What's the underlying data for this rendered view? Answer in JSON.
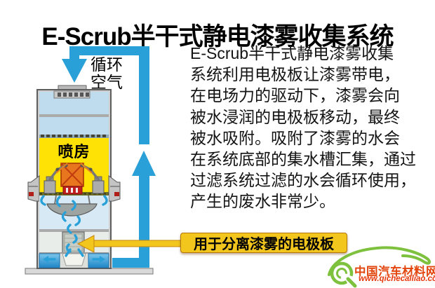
{
  "title": "E-Scrub半干式静电漆雾收集系统",
  "description": "E-Scrub半干式静电漆雾收集\n系统利用电极板让漆雾带电，\n在电场力的驱动下，漆雾会向\n被水浸润的电极板移动，最终\n被水吸附。吸附了漆雾的水会\n在系统底部的集水槽汇集，通过\n过滤系统过滤的水会循环使用，\n产生的废水非常少。",
  "diagram": {
    "circulating_air_label": "循环\n空气",
    "spray_booth_label": "喷房"
  },
  "callout": {
    "label": "用于分离漆雾的电极板"
  },
  "logo": {
    "site_name": "中国汽车材料网",
    "site_url": "www.qichecailiao.com"
  },
  "colors": {
    "duct_blue": "#29A1D8",
    "cabinet_blue": "#BFDCEF",
    "booth_yellow": "#FFE205",
    "callout_yellow": "#F2C61D",
    "water_blue": "#1E86C6",
    "logo_green": "#7DC13E",
    "logo_red": "#E2440C",
    "url_red": "#E8380D"
  }
}
